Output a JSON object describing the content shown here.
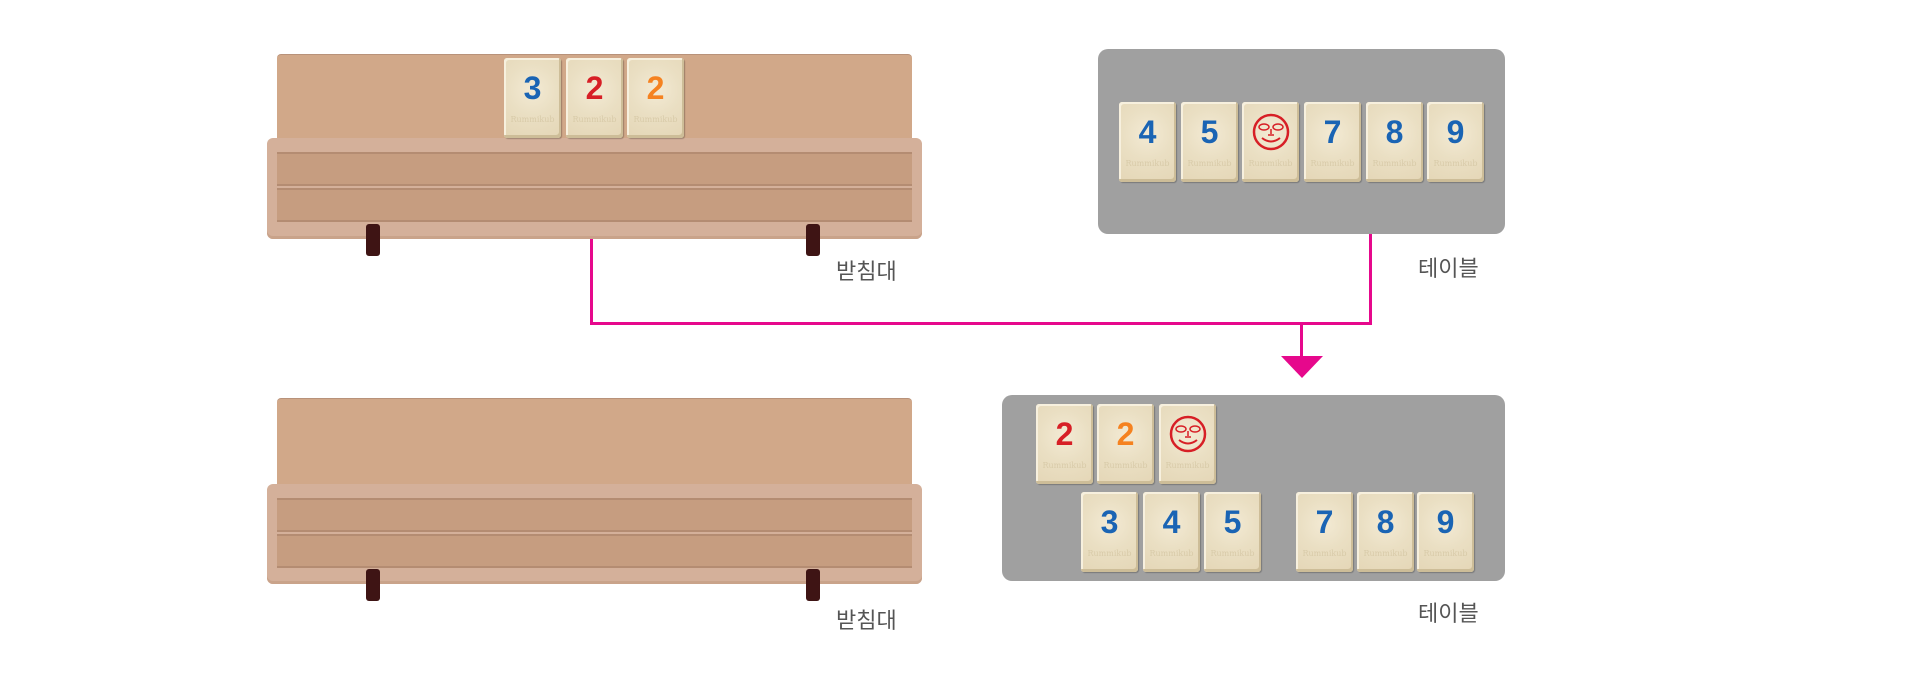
{
  "labels": {
    "rack": "받침대",
    "table": "테이블"
  },
  "brand": "Rummikub",
  "colors": {
    "blue": "#1a64b4",
    "red": "#d71f26",
    "orange": "#f58220",
    "arrow": "#e6088c",
    "table": "#a0a0a0",
    "rack": "#d1a889"
  },
  "before": {
    "rack_tiles": [
      {
        "value": "3",
        "color": "blue"
      },
      {
        "value": "2",
        "color": "red"
      },
      {
        "value": "2",
        "color": "orange"
      }
    ],
    "table_tiles": [
      {
        "value": "4",
        "color": "blue"
      },
      {
        "value": "5",
        "color": "blue"
      },
      {
        "value": "joker",
        "color": "red"
      },
      {
        "value": "7",
        "color": "blue"
      },
      {
        "value": "8",
        "color": "blue"
      },
      {
        "value": "9",
        "color": "blue"
      }
    ]
  },
  "after": {
    "rack_tiles": [],
    "table_tiles": [
      {
        "value": "2",
        "color": "red"
      },
      {
        "value": "2",
        "color": "orange"
      },
      {
        "value": "joker",
        "color": "red"
      },
      {
        "value": "3",
        "color": "blue"
      },
      {
        "value": "4",
        "color": "blue"
      },
      {
        "value": "5",
        "color": "blue"
      },
      {
        "value": "7",
        "color": "blue"
      },
      {
        "value": "8",
        "color": "blue"
      },
      {
        "value": "9",
        "color": "blue"
      }
    ]
  }
}
